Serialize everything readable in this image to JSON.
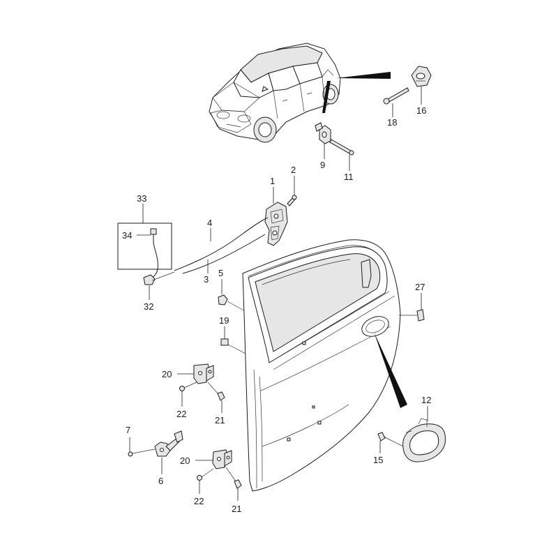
{
  "labels": {
    "l1": "1",
    "l2": "2",
    "l3": "3",
    "l4": "4",
    "l5": "5",
    "l6": "6",
    "l7": "7",
    "l9": "9",
    "l11": "11",
    "l12": "12",
    "l15": "15",
    "l16": "16",
    "l18": "18",
    "l19": "19",
    "l20a": "20",
    "l20b": "20",
    "l21a": "21",
    "l21b": "21",
    "l22a": "22",
    "l22b": "22",
    "l27": "27",
    "l32": "32",
    "l33": "33",
    "l34": "34"
  }
}
